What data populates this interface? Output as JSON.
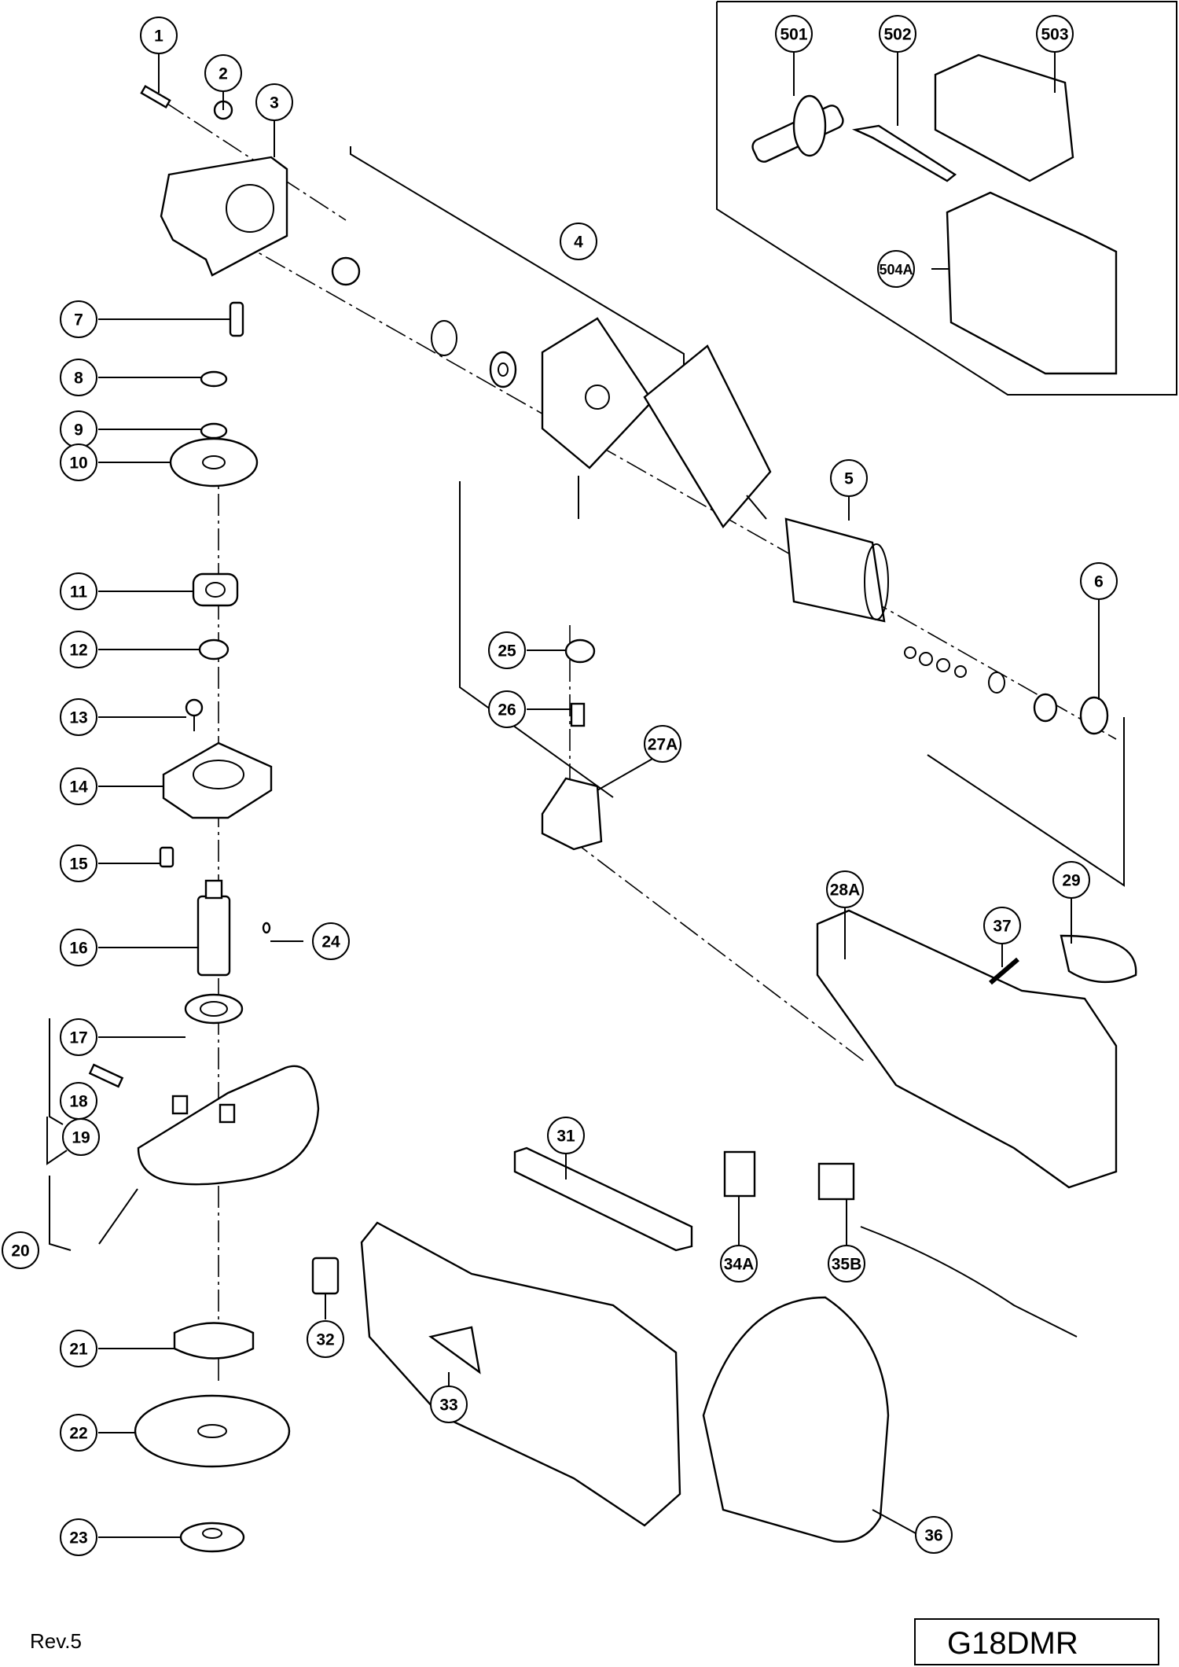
{
  "document": {
    "revision": "Rev.5",
    "model": "G18DMR"
  },
  "callouts": [
    {
      "id": "1",
      "label": "1"
    },
    {
      "id": "2",
      "label": "2"
    },
    {
      "id": "3",
      "label": "3"
    },
    {
      "id": "4",
      "label": "4"
    },
    {
      "id": "5",
      "label": "5"
    },
    {
      "id": "6",
      "label": "6"
    },
    {
      "id": "7",
      "label": "7"
    },
    {
      "id": "8",
      "label": "8"
    },
    {
      "id": "9",
      "label": "9"
    },
    {
      "id": "10",
      "label": "10"
    },
    {
      "id": "11",
      "label": "11"
    },
    {
      "id": "12",
      "label": "12"
    },
    {
      "id": "13",
      "label": "13"
    },
    {
      "id": "14",
      "label": "14"
    },
    {
      "id": "15",
      "label": "15"
    },
    {
      "id": "16",
      "label": "16"
    },
    {
      "id": "17",
      "label": "17"
    },
    {
      "id": "18",
      "label": "18"
    },
    {
      "id": "19",
      "label": "19"
    },
    {
      "id": "20",
      "label": "20"
    },
    {
      "id": "21",
      "label": "21"
    },
    {
      "id": "22",
      "label": "22"
    },
    {
      "id": "23",
      "label": "23"
    },
    {
      "id": "24",
      "label": "24"
    },
    {
      "id": "25",
      "label": "25"
    },
    {
      "id": "26",
      "label": "26"
    },
    {
      "id": "27A",
      "label": "27A"
    },
    {
      "id": "28A",
      "label": "28A"
    },
    {
      "id": "29",
      "label": "29"
    },
    {
      "id": "31",
      "label": "31"
    },
    {
      "id": "32",
      "label": "32"
    },
    {
      "id": "33",
      "label": "33"
    },
    {
      "id": "34A",
      "label": "34A"
    },
    {
      "id": "35B",
      "label": "35B"
    },
    {
      "id": "36",
      "label": "36"
    },
    {
      "id": "37",
      "label": "37"
    },
    {
      "id": "501",
      "label": "501"
    },
    {
      "id": "502",
      "label": "502"
    },
    {
      "id": "503",
      "label": "503"
    },
    {
      "id": "504A",
      "label": "504A"
    }
  ]
}
